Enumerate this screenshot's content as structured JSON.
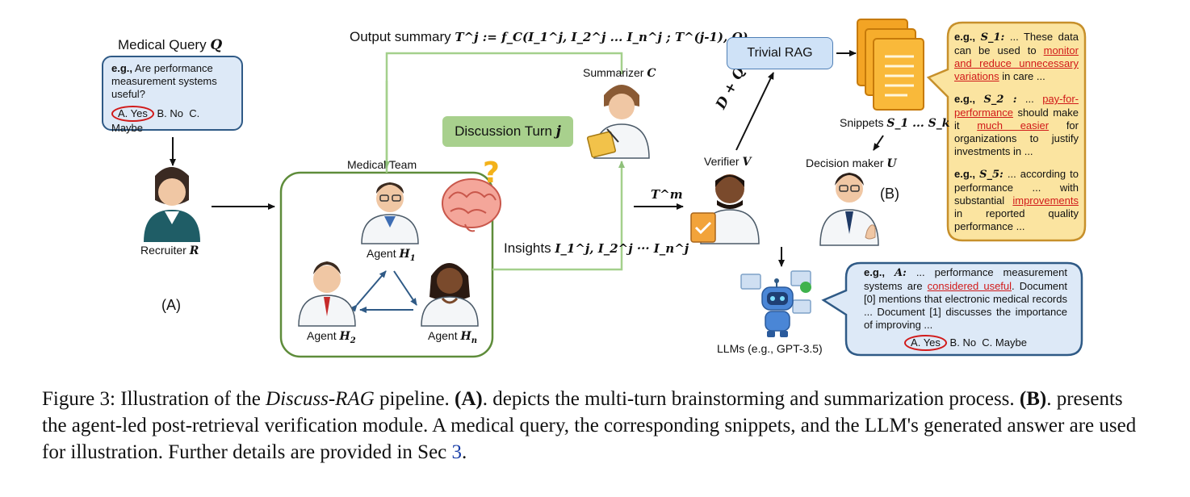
{
  "query": {
    "title": "Medical Query",
    "symbol": "Q",
    "eg": "e.g.,",
    "question": "Are performance measurement systems useful?",
    "option_a": "A. Yes",
    "option_b": "B. No",
    "option_c": "C. Maybe"
  },
  "recruiter": {
    "label": "Recruiter",
    "symbol": "R"
  },
  "panel_a_label": "(A)",
  "panel_b_label": "(B)",
  "team": {
    "title": "Medical Team",
    "agent1": {
      "label": "Agent",
      "symbol": "H",
      "sub": "1"
    },
    "agent2": {
      "label": "Agent",
      "symbol": "H",
      "sub": "2"
    },
    "agentn": {
      "label": "Agent",
      "symbol": "H",
      "sub": "n"
    }
  },
  "summary": {
    "prefix": "Output summary",
    "formula": "T^j := f_C(I_1^j, I_2^j ... I_n^j ; T^(j-1), Q)"
  },
  "summarizer": {
    "label": "Summarizer",
    "symbol": "C"
  },
  "discussion": {
    "label": "Discussion Turn",
    "symbol": "j"
  },
  "insights": {
    "prefix": "Insights",
    "formula": "I_1^j, I_2^j ··· I_n^j"
  },
  "tm_label": "T^m",
  "verifier": {
    "label": "Verifier",
    "symbol": "V"
  },
  "dq_label": "D + Q",
  "rag": {
    "label": "Trivial RAG"
  },
  "snippets": {
    "label": "Snippets",
    "formula": "S_1 ... S_k"
  },
  "decision": {
    "label": "Decision maker",
    "symbol": "U"
  },
  "llm": {
    "label": "LLMs (e.g., GPT-3.5)"
  },
  "snippet_box": {
    "s1": {
      "eg": "e.g.,",
      "sym": "S_1:",
      "pre": "... These data can be used to",
      "hl": "monitor and reduce unnecessary variations",
      "post": "in care ..."
    },
    "s2": {
      "eg": "e.g.,",
      "sym": "S_2 :",
      "pre": "...",
      "hl1": "pay-for-performance",
      "mid": "should make it",
      "hl2": "much easier",
      "post": "for organizations to justify investments in ..."
    },
    "s5": {
      "eg": "e.g.,",
      "sym": "S_5:",
      "pre": "... according to performance ... with substantial",
      "hl": "improvements",
      "post": "in reported quality performance ..."
    }
  },
  "answer_box": {
    "eg": "e.g.,",
    "sym": "A:",
    "pre": "... performance measurement systems are",
    "hl": "considered useful",
    "post": ". Document [0] mentions that electronic medical records ... Document [1] discusses the importance of improving ...",
    "option_a": "A. Yes",
    "option_b": "B. No",
    "option_c": "C. Maybe"
  },
  "caption": {
    "fig": "Figure 3: Illustration of the",
    "name": "Discuss-RAG",
    "mid1": "pipeline.",
    "a": "(A)",
    "mid2": ". depicts the multi-turn brainstorming and summarization process.",
    "b": "(B)",
    "rest": ". presents the agent-led post-retrieval verification module. A medical query, the corresponding snippets, and the LLM's generated answer are used for illustration. Further details are provided in Sec",
    "ref": "3",
    "end": "."
  },
  "colors": {
    "blue_border": "#2f5a86",
    "blue_fill": "#dde9f7",
    "green": "#6b9a45",
    "green_fill": "#a8d08d",
    "yellow_fill": "#fbe4a0",
    "yellow_border": "#c7902b",
    "red": "#d11a1a",
    "rag_fill": "#cfe2f7"
  }
}
